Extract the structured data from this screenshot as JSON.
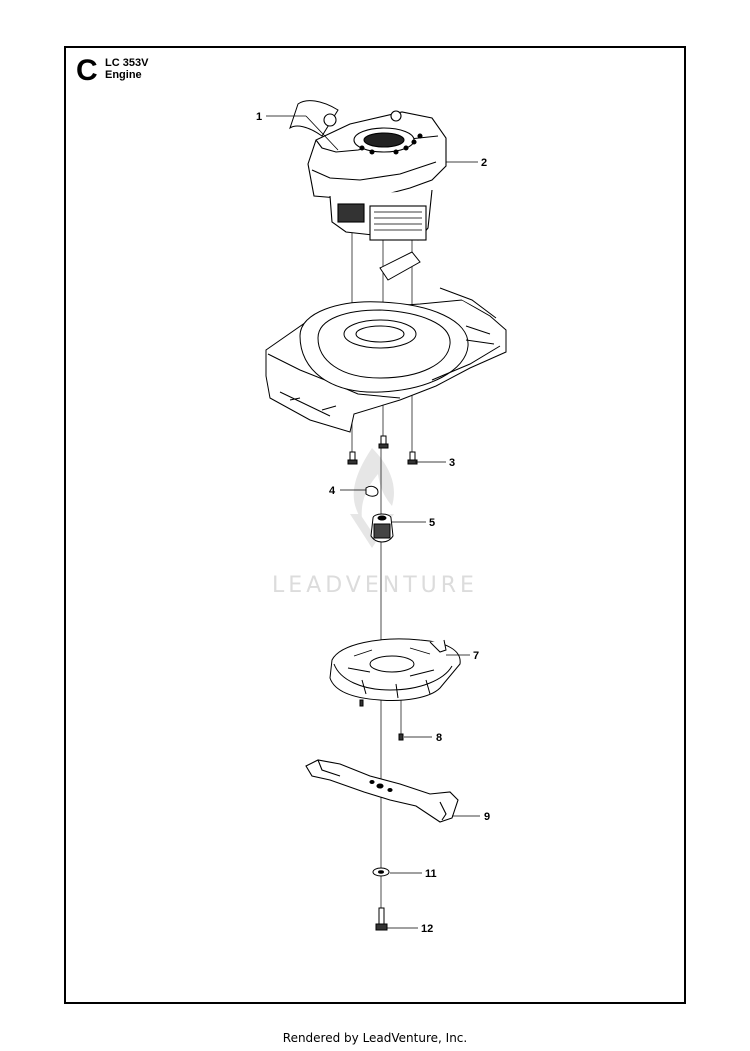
{
  "header": {
    "section_letter": "C",
    "model": "LC 353V",
    "assembly": "Engine"
  },
  "watermark": "LEADVENTURE",
  "callouts": [
    "1",
    "2",
    "3",
    "4",
    "5",
    "7",
    "8",
    "9",
    "11",
    "12"
  ],
  "footer": "Rendered by LeadVenture, Inc.",
  "colors": {
    "line": "#000000",
    "watermark": "#dcdcdc",
    "background": "#ffffff"
  }
}
